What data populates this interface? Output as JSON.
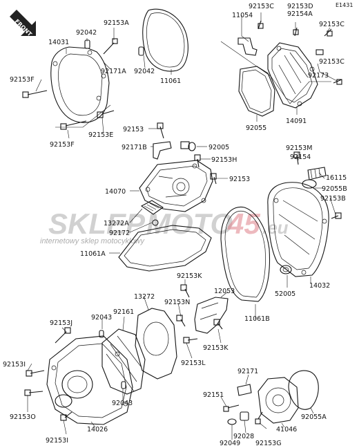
{
  "diagram_code": "E1431",
  "front_marker": "FRONT",
  "watermark": {
    "part1": "SKLEP",
    "part2": "MOTO",
    "part3": "45",
    "suffix": ".eu",
    "tagline": "internetowy sklep motocyklowy"
  },
  "labels": [
    {
      "id": "l01",
      "text": "11054"
    },
    {
      "id": "l02",
      "text": "92153C"
    },
    {
      "id": "l03",
      "text": "92153D"
    },
    {
      "id": "l04",
      "text": "92154A"
    },
    {
      "id": "l05",
      "text": "92153C"
    },
    {
      "id": "l06",
      "text": "92153C"
    },
    {
      "id": "l07",
      "text": "92173"
    },
    {
      "id": "l08",
      "text": "92055"
    },
    {
      "id": "l09",
      "text": "14091"
    },
    {
      "id": "l10",
      "text": "92042"
    },
    {
      "id": "l11",
      "text": "92153A"
    },
    {
      "id": "l12",
      "text": "14031"
    },
    {
      "id": "l13",
      "text": "92171A"
    },
    {
      "id": "l14",
      "text": "92042"
    },
    {
      "id": "l15",
      "text": "11061"
    },
    {
      "id": "l16",
      "text": "92153F"
    },
    {
      "id": "l17",
      "text": "92153F"
    },
    {
      "id": "l18",
      "text": "92153E"
    },
    {
      "id": "l19",
      "text": "92153"
    },
    {
      "id": "l20",
      "text": "92171B"
    },
    {
      "id": "l21",
      "text": "92005"
    },
    {
      "id": "l22",
      "text": "92153H"
    },
    {
      "id": "l23",
      "text": "92153M"
    },
    {
      "id": "l24",
      "text": "92154"
    },
    {
      "id": "l25",
      "text": "16115"
    },
    {
      "id": "l26",
      "text": "14070"
    },
    {
      "id": "l27",
      "text": "92153"
    },
    {
      "id": "l28",
      "text": "92055B"
    },
    {
      "id": "l29",
      "text": "92153B"
    },
    {
      "id": "l30",
      "text": "13272A"
    },
    {
      "id": "l31",
      "text": "92172"
    },
    {
      "id": "l32",
      "text": "11061A"
    },
    {
      "id": "l33",
      "text": "14032"
    },
    {
      "id": "l34",
      "text": "52005"
    },
    {
      "id": "l35",
      "text": "92153K"
    },
    {
      "id": "l36",
      "text": "12053"
    },
    {
      "id": "l37",
      "text": "11061B"
    },
    {
      "id": "l38",
      "text": "13272"
    },
    {
      "id": "l39",
      "text": "92043"
    },
    {
      "id": "l40",
      "text": "92161"
    },
    {
      "id": "l41",
      "text": "92153N"
    },
    {
      "id": "l42",
      "text": "92153J"
    },
    {
      "id": "l43",
      "text": "92153K"
    },
    {
      "id": "l44",
      "text": "92153I"
    },
    {
      "id": "l45",
      "text": "92153L"
    },
    {
      "id": "l46",
      "text": "92153O"
    },
    {
      "id": "l47",
      "text": "92043"
    },
    {
      "id": "l48",
      "text": "14026"
    },
    {
      "id": "l49",
      "text": "92153I"
    },
    {
      "id": "l50",
      "text": "92171"
    },
    {
      "id": "l51",
      "text": "92151"
    },
    {
      "id": "l52",
      "text": "41046"
    },
    {
      "id": "l53",
      "text": "92055A"
    },
    {
      "id": "l54",
      "text": "92049"
    },
    {
      "id": "l55",
      "text": "92028"
    },
    {
      "id": "l56",
      "text": "92153G"
    }
  ]
}
